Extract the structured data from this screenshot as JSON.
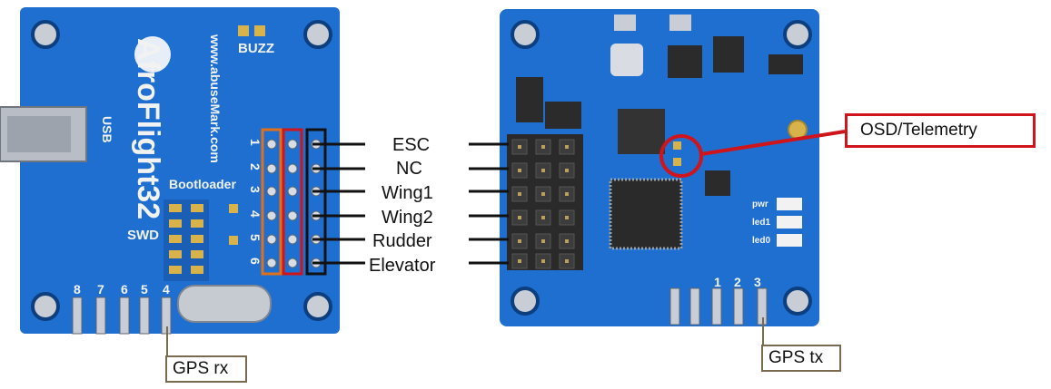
{
  "pin_labels": [
    "ESC",
    "NC",
    "Wing1",
    "Wing2",
    "Rudder",
    "Elevator"
  ],
  "callouts": {
    "osd": "OSD/Telemetry",
    "gps_rx": "GPS rx",
    "gps_tx": "GPS tx"
  },
  "left_board_silkscreen": {
    "brand": "AfroFlight32",
    "url": "www.abuseMark.com",
    "usb": "USB",
    "buzz": "BUZZ",
    "bootloader": "Bootloader",
    "swd": "SWD",
    "pin_numbers_top": [
      "1",
      "2",
      "3",
      "4",
      "5",
      "6"
    ],
    "pin_numbers_bottom": [
      "8",
      "7",
      "6",
      "5",
      "4"
    ]
  },
  "right_board_silkscreen": {
    "pin_numbers_bottom": [
      "1",
      "2",
      "3"
    ],
    "leds": [
      "pwr",
      "led1",
      "led0"
    ]
  },
  "colors": {
    "pcb": "#1e6fd0",
    "callout_red": "#d0141c",
    "orange_box": "#e0701a",
    "black_box": "#111111",
    "gold": "#d8b24a"
  }
}
